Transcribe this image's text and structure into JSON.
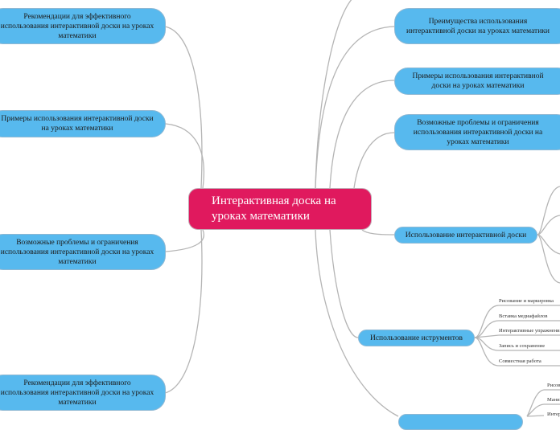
{
  "central": {
    "label": "Интерактивная доска на уроках математики"
  },
  "left_topics": [
    {
      "label": "Рекомендации для эффективного использования интерактивной доски на уроках математики"
    },
    {
      "label": "Примеры использования интерактивной доски на уроках математики"
    },
    {
      "label": "Возможные проблемы и ограничения использования интерактивной доски на уроках математики"
    },
    {
      "label": "Рекомендации для эффективного использования интерактивной доски на уроках математики"
    }
  ],
  "right_topics": [
    {
      "label": "Преимущества использования интерактивной доски на уроках математики"
    },
    {
      "label": "Примеры использования интерактивной доски на уроках математики"
    },
    {
      "label": "Возможные проблемы и ограничения использования интерактивной доски на уроках математики"
    },
    {
      "label": "Использование интерактивной доски"
    },
    {
      "label": "Использование иструментов"
    }
  ],
  "tools_subtopics": [
    {
      "label": "Рисование и маркировка"
    },
    {
      "label": "Вставка медиафайлов"
    },
    {
      "label": "Интерактивные упражнения"
    },
    {
      "label": "Запись и сохранение"
    },
    {
      "label": "Совместная работа"
    }
  ],
  "bottom_right_subtopics": [
    {
      "label": "Рисование"
    },
    {
      "label": "Манипуляции"
    },
    {
      "label": "Интерактив"
    }
  ],
  "colors": {
    "central": "#e0195e",
    "topic": "#57b9ee",
    "connector": "#b5b5b5"
  }
}
